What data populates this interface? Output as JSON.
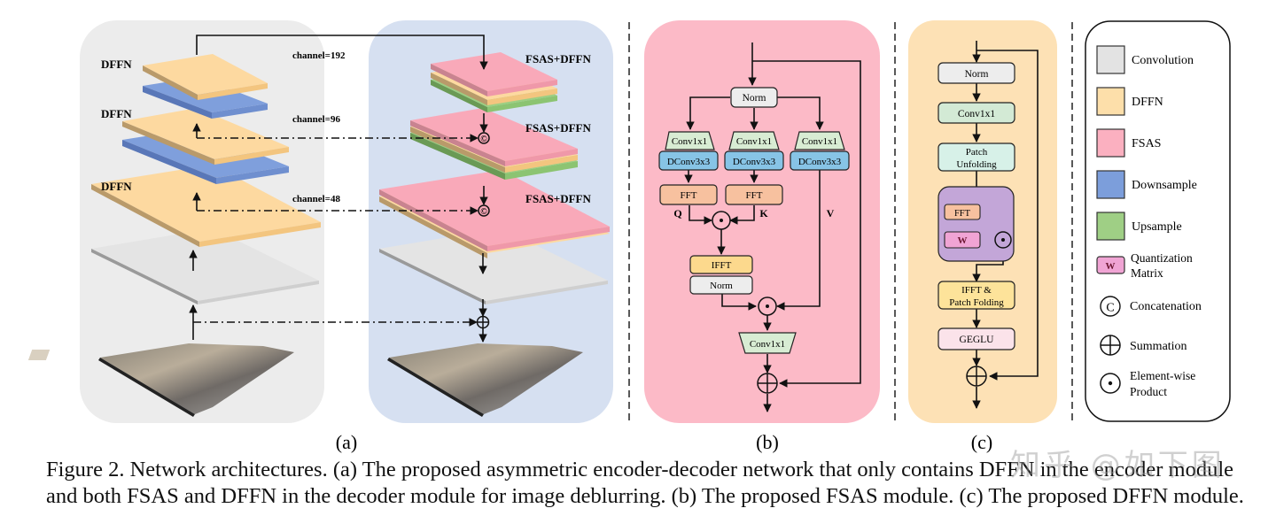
{
  "figure": {
    "panel_a": {
      "label": "(a)",
      "encoder": {
        "levels": [
          {
            "block": "DFFN",
            "channel_label": "channel=192"
          },
          {
            "block": "DFFN",
            "channel_label": "channel=96"
          },
          {
            "block": "DFFN",
            "channel_label": "channel=48"
          }
        ]
      },
      "decoder": {
        "levels": [
          {
            "block": "FSAS+DFFN"
          },
          {
            "block": "FSAS+DFFN"
          },
          {
            "block": "FSAS+DFFN"
          }
        ]
      },
      "concat_symbol": "©",
      "sum_symbol": "⊕"
    },
    "panel_b": {
      "label": "(b)",
      "norm_top": "Norm",
      "branches": [
        {
          "conv": "Conv1x1",
          "dconv": "DConv3x3",
          "fft": "FFT",
          "tag": "Q"
        },
        {
          "conv": "Conv1x1",
          "dconv": "DConv3x3",
          "fft": "FFT",
          "tag": "K"
        },
        {
          "conv": "Conv1x1",
          "dconv": "DConv3x3",
          "tag": "V"
        }
      ],
      "ifft": "IFFT",
      "norm_bottom": "Norm",
      "conv_out": "Conv1x1"
    },
    "panel_c": {
      "label": "(c)",
      "norm": "Norm",
      "conv": "Conv1x1",
      "patch_unfold_1": "Patch",
      "patch_unfold_2": "Unfolding",
      "fft": "FFT",
      "w": "W",
      "ifft_1": "IFFT &",
      "ifft_2": "Patch Folding",
      "geglu": "GEGLU"
    },
    "legend": {
      "items": [
        {
          "label": "Convolution",
          "color": "#e3e3e3"
        },
        {
          "label": "DFFN",
          "color": "#fddfaa"
        },
        {
          "label": "FSAS",
          "color": "#fbb0c0"
        },
        {
          "label": "Downsample",
          "color": "#7c9edb"
        },
        {
          "label": "Upsample",
          "color": "#9fcf85"
        }
      ],
      "quant_badge": "W",
      "quant_label_1": "Quantization",
      "quant_label_2": "Matrix",
      "concat_label": "Concatenation",
      "sum_label": "Summation",
      "prod_label_1": "Element-wise",
      "prod_label_2": "Product"
    }
  },
  "caption": {
    "line1": "Figure 2. Network architectures. (a) The proposed asymmetric encoder-decoder network that only contains DFFN in the encoder module",
    "line2": "and both FSAS and DFFN in the decoder module for image deblurring. (b) The proposed FSAS module. (c) The proposed DFFN module."
  },
  "watermark": "知乎 @如下图",
  "colors": {
    "encoder_bg": "#ececec",
    "decoder_bg": "#d6e0f1",
    "fsas_bg": "#fcbac7",
    "dffn_bg": "#fde1b5",
    "dffn_layer": "#fdd9a0",
    "fsas_layer": "#f9a9b9",
    "down_layer": "#7f9fdc",
    "up_layer": "#9ccf82",
    "conv_layer": "#e4e4e4"
  }
}
